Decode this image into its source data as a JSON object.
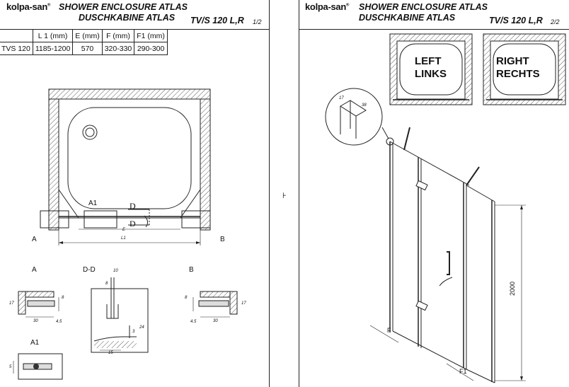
{
  "brand": "kolpa-san",
  "sheet1": {
    "title_en": "SHOWER ENCLOSURE ATLAS",
    "title_de": "DUSCHKABINE  ATLAS",
    "model_code": "TV/S 120 L,R",
    "page": "1/2",
    "table": {
      "headers": [
        "",
        "L 1 (mm)",
        "E (mm)",
        "F (mm)",
        "F1 (mm)"
      ],
      "rows": [
        [
          "TVS 120",
          "1185-1200",
          "570",
          "320-330",
          "290-300"
        ]
      ]
    },
    "labels": {
      "a1": "A1",
      "d_top": "D",
      "d_bottom": "D",
      "e": "E",
      "l1": "L1",
      "a": "A",
      "b": "B",
      "detail_a": "A",
      "detail_dd": "D-D",
      "detail_b": "B",
      "detail_a1": "A1"
    },
    "dims": {
      "a_17": "17",
      "a_30": "30",
      "a_8": "8",
      "a_45": "4.5",
      "dd_10": "10",
      "dd_8": "8",
      "dd_24": "24",
      "dd_3": "3",
      "dd_15": "15",
      "b_8": "8",
      "b_17": "17",
      "b_30": "30",
      "b_45": "4.5",
      "a1_5": "5"
    }
  },
  "sheet2": {
    "title_en": "SHOWER ENCLOSURE ATLAS",
    "title_de": "DUSCHKABINE  ATLAS",
    "model_code": "TV/S 120 L,R",
    "page": "2/2",
    "left_box": {
      "line1": "LEFT",
      "line2": "LINKS"
    },
    "right_box": {
      "line1": "RIGHT",
      "line2": "RECHTS"
    },
    "labels": {
      "height": "2000",
      "f": "F",
      "f1": "F1",
      "detail_17": "17",
      "detail_38": "38"
    }
  },
  "separator": "⊦"
}
